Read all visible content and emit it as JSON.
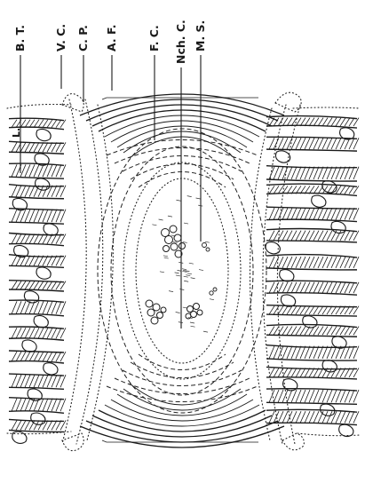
{
  "figure": {
    "labels": [
      {
        "id": "bt",
        "text": "B. T."
      },
      {
        "id": "vc",
        "text": "V. C."
      },
      {
        "id": "cp",
        "text": "C. P."
      },
      {
        "id": "af",
        "text": "A. F."
      },
      {
        "id": "fc",
        "text": "F. C."
      },
      {
        "id": "nchc",
        "text": "Nch. C."
      },
      {
        "id": "ms",
        "text": "M. S."
      }
    ],
    "side_letter": "L.",
    "colors": {
      "ink": "#1a1a1a",
      "paper": "#ffffff"
    }
  }
}
